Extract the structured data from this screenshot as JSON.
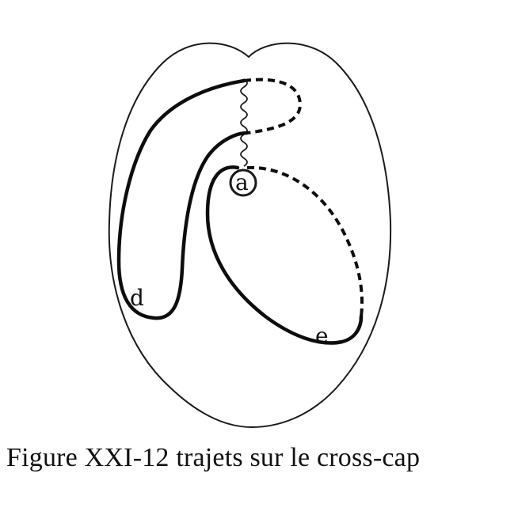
{
  "figure": {
    "caption": "Figure XXI-12 trajets sur le cross-cap",
    "labels": {
      "a": "a",
      "d": "d",
      "e": "e"
    }
  },
  "colors": {
    "ink": "#0d0d0d",
    "background": "#ffffff"
  }
}
